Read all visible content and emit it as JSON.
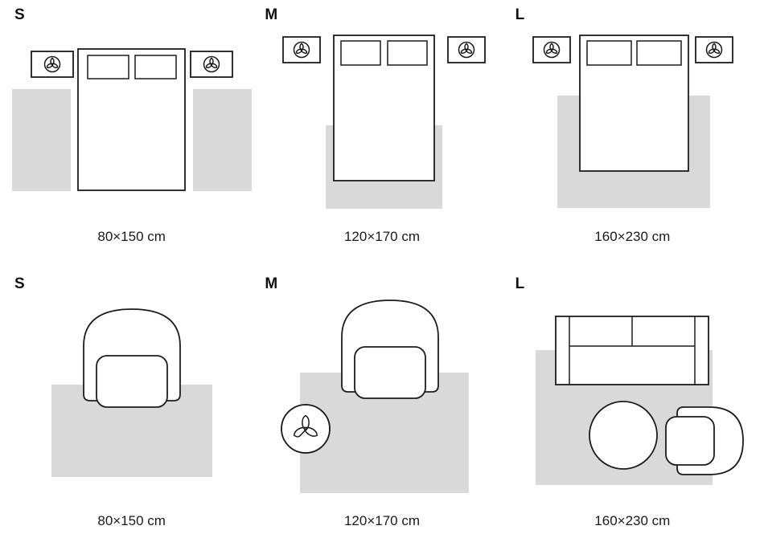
{
  "colors": {
    "background": "#ffffff",
    "rug_fill": "#d9d9d9",
    "line": "#1c1c1c",
    "text": "#111111"
  },
  "panels": [
    {
      "size": "S",
      "caption": "80×150 cm",
      "scene": "bedroom-two-side-rugs"
    },
    {
      "size": "M",
      "caption": "120×170 cm",
      "scene": "bedroom-rug-at-foot-of-bed"
    },
    {
      "size": "L",
      "caption": "160×230 cm",
      "scene": "bedroom-rug-under-bed"
    },
    {
      "size": "S",
      "caption": "80×150 cm",
      "scene": "living-room-rug-in-front-of-armchair"
    },
    {
      "size": "M",
      "caption": "120×170 cm",
      "scene": "living-room-armchair-on-rug-with-plant"
    },
    {
      "size": "L",
      "caption": "160×230 cm",
      "scene": "living-room-sofa-table-armchair-on-rug"
    }
  ]
}
